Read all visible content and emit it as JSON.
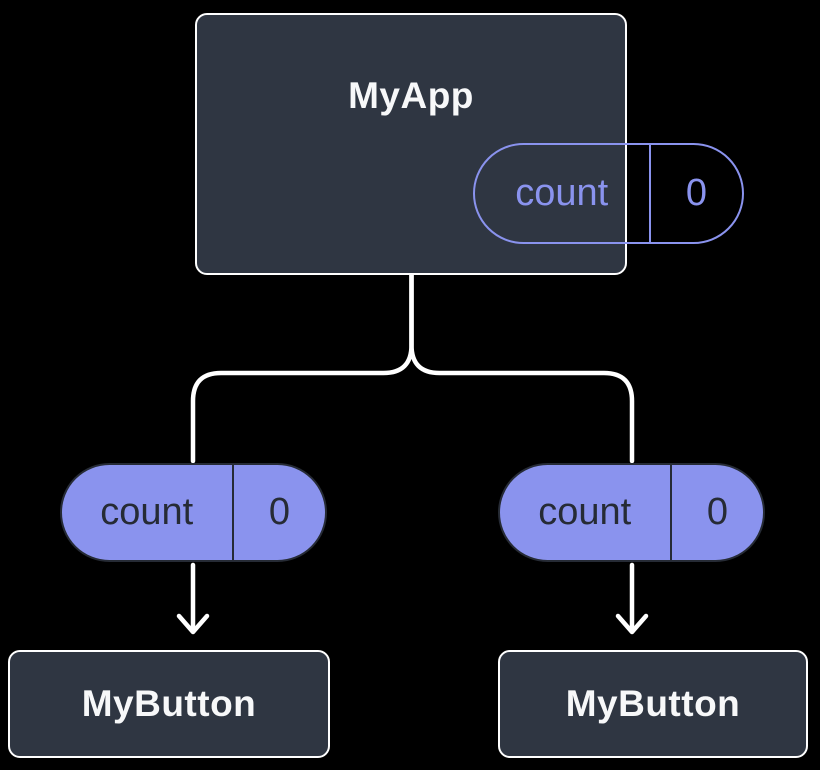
{
  "background": "#000000",
  "colors": {
    "node_fill": "#2F3642",
    "node_border": "#FFFFFF",
    "accent_purple": "#8A93EE",
    "pill_dark_text": "#262B35",
    "connector": "#FFFFFF",
    "title_text": "#F7F8F9"
  },
  "root_node": {
    "title": "MyApp",
    "state_pill": {
      "name": "count",
      "value": "0"
    }
  },
  "prop_pills": [
    {
      "name": "count",
      "value": "0"
    },
    {
      "name": "count",
      "value": "0"
    }
  ],
  "child_nodes": [
    {
      "title": "MyButton"
    },
    {
      "title": "MyButton"
    }
  ]
}
